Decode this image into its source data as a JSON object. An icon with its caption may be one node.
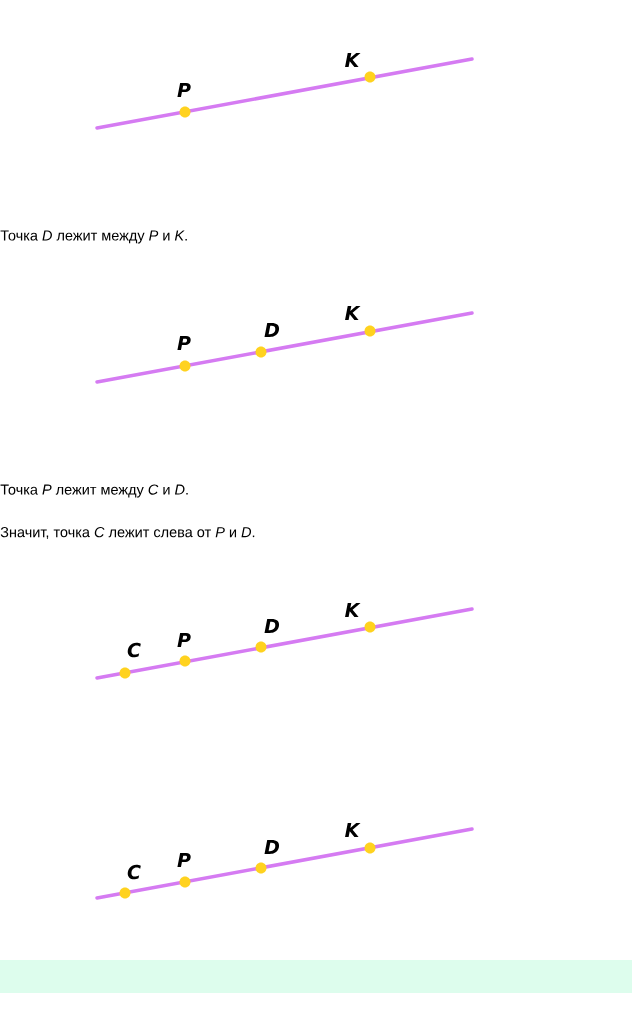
{
  "diagram": {
    "labels": [
      "K",
      "P",
      "Точка *D* лежит между *P* и *K*.",
      "K",
      "D",
      "P",
      "Точка *P* лежит между *C* и *D*.",
      "Значит, точка *C* лежит слева от *P* и *D*.",
      "K",
      "D",
      "P",
      "C",
      "K",
      "D",
      "P",
      "C"
    ]
  }
}
